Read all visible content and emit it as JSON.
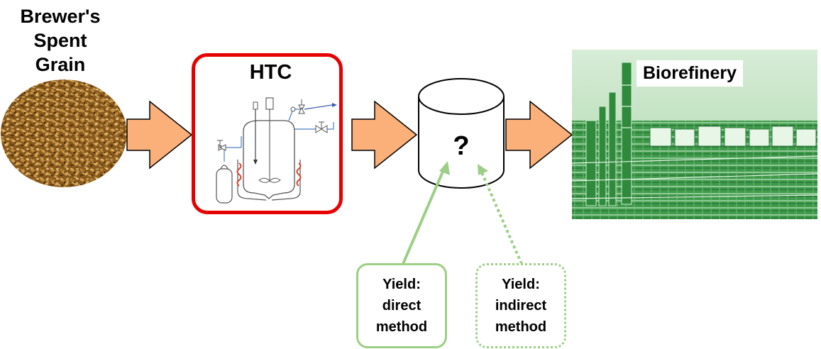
{
  "input": {
    "title_lines": [
      "Brewer's",
      "Spent",
      "Grain"
    ]
  },
  "process": {
    "label": "HTC"
  },
  "product": {
    "symbol": "?"
  },
  "output": {
    "label": "Biorefinery"
  },
  "yields": {
    "direct": {
      "lines": [
        "Yield:",
        "direct",
        "method"
      ]
    },
    "indirect": {
      "lines": [
        "Yield:",
        "indirect",
        "method"
      ]
    }
  },
  "colors": {
    "arrow_fill": "#fbb07a",
    "htc_border": "#e60000",
    "yield_green": "#9ccf85",
    "grain": "#8a5a1c"
  }
}
